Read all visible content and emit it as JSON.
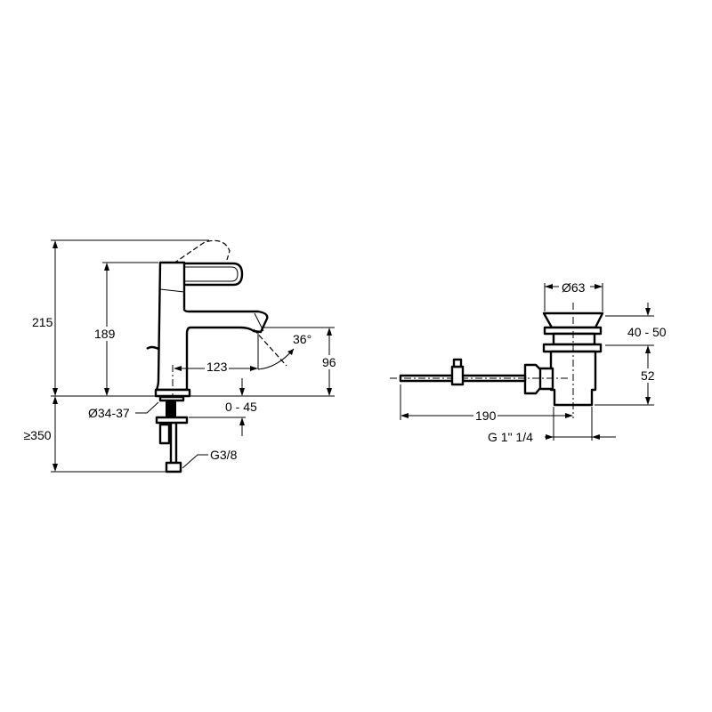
{
  "faucet": {
    "dims": {
      "total_height": "215",
      "body_height": "189",
      "spout_height": "96",
      "spout_reach": "123",
      "spout_angle": "36°",
      "hole_diameter": "Ø34-37",
      "deck_thickness": "0 - 45",
      "hose_length": "≥350",
      "connection": "G3/8"
    }
  },
  "drain": {
    "dims": {
      "cap_diameter": "Ø63",
      "cap_lift": "40 - 50",
      "body_height": "52",
      "rod_length": "190",
      "thread": "G 1\" 1/4"
    }
  }
}
